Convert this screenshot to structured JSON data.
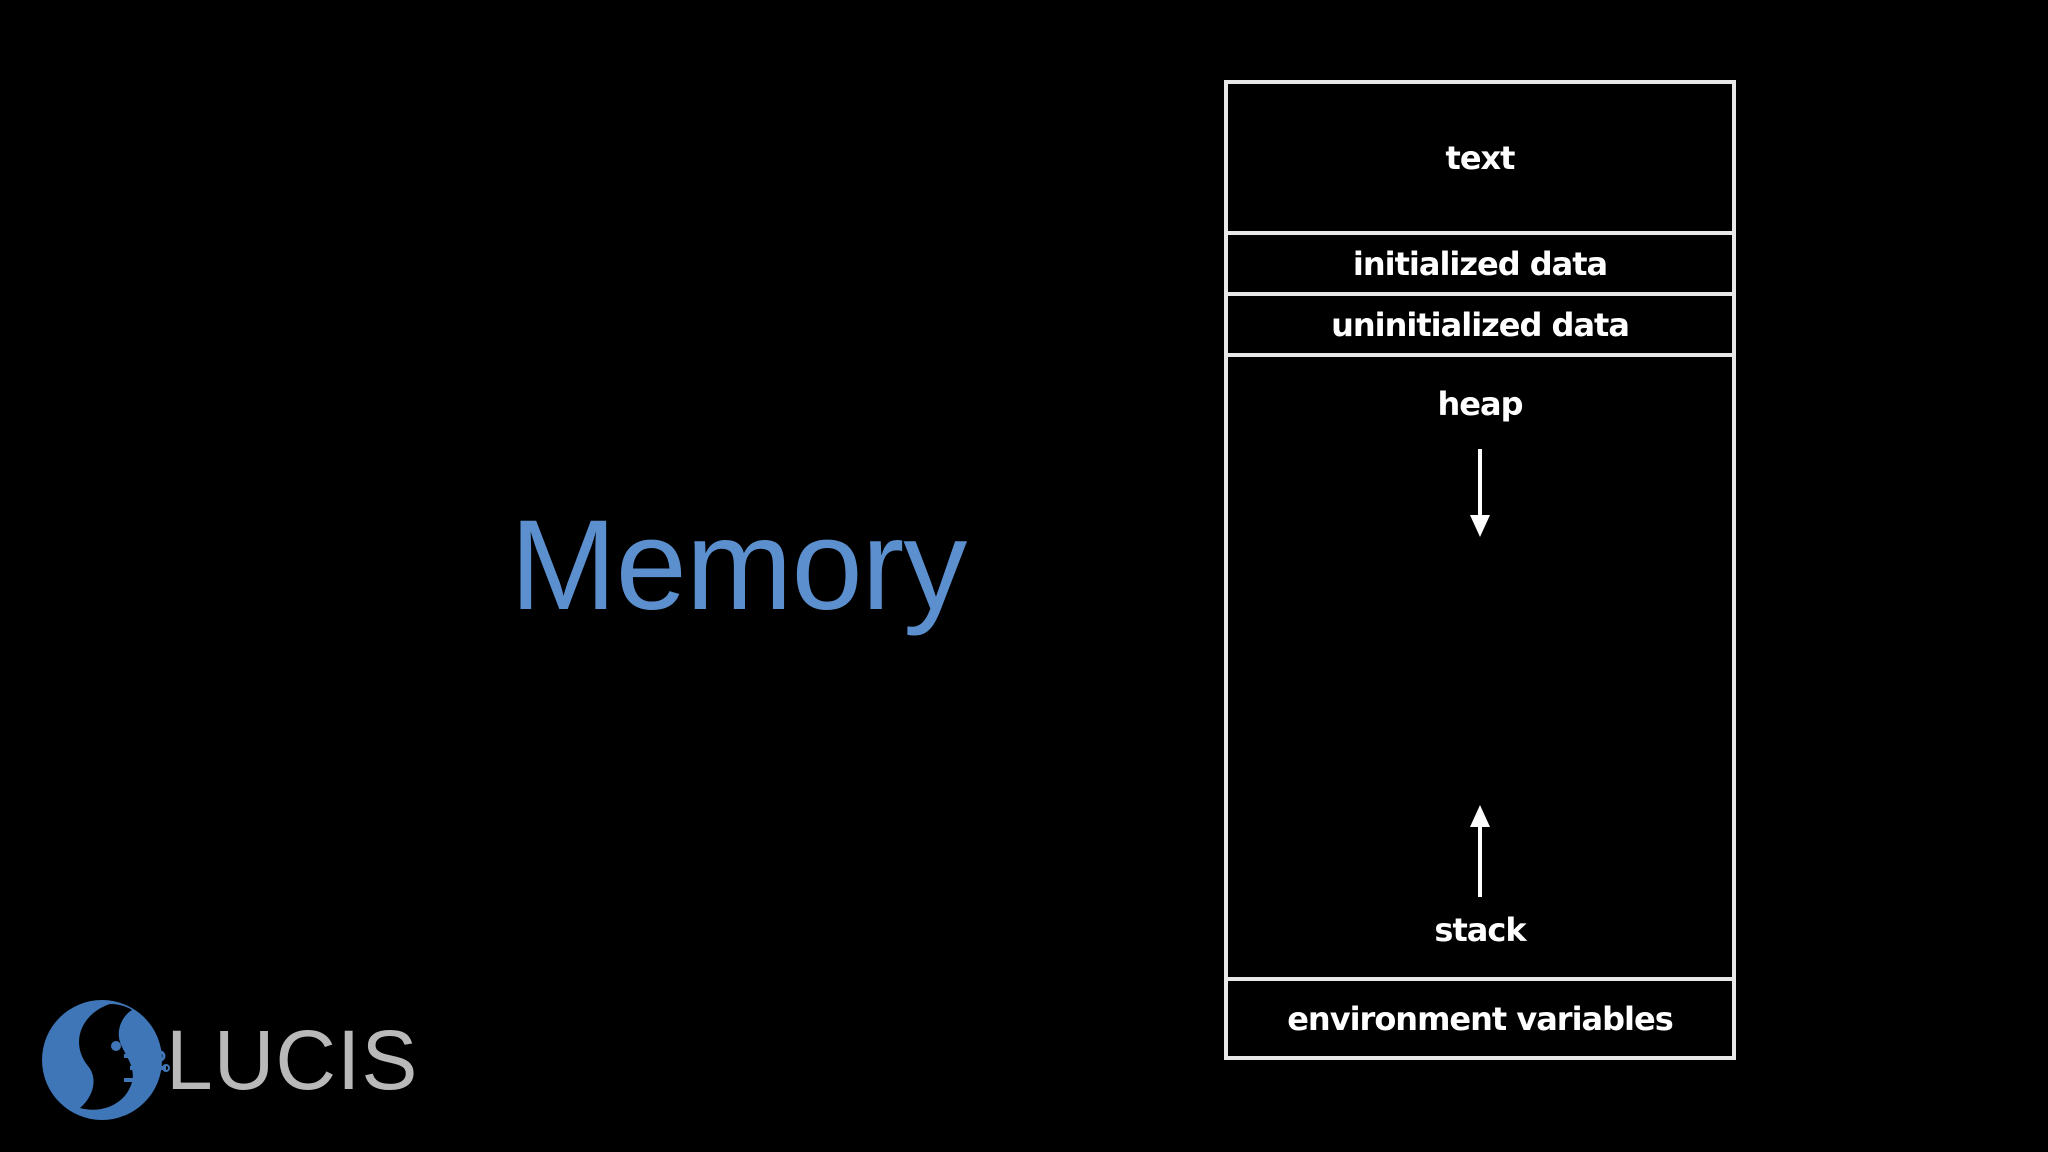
{
  "slide": {
    "title": "Memory"
  },
  "diagram": {
    "segments": {
      "text": "text",
      "initialized_data": "initialized data",
      "uninitialized_data": "uninitialized data",
      "heap": "heap",
      "stack": "stack",
      "environment_variables": "environment variables"
    },
    "arrows": {
      "heap_direction": "down",
      "stack_direction": "up"
    }
  },
  "logo": {
    "text": "LUCIS",
    "icon": "lucis-swirl-logo-icon"
  },
  "colors": {
    "background": "#000000",
    "title": "#5b8fce",
    "diagram_lines": "#e8e8e8",
    "logo_blue": "#3f76b8",
    "logo_text": "#b9b9b9"
  }
}
